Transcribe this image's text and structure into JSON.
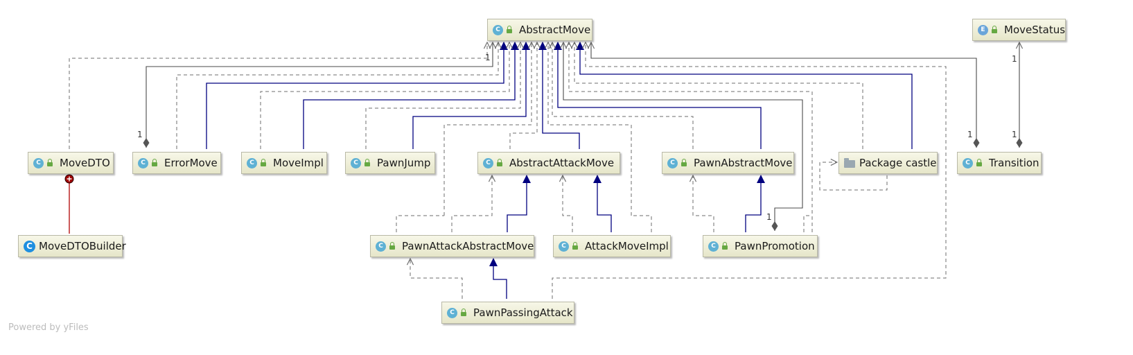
{
  "nodes": {
    "abstract_move": {
      "label": "AbstractMove",
      "badge": "C"
    },
    "move_status": {
      "label": "MoveStatus",
      "badge": "E"
    },
    "move_dto": {
      "label": "MoveDTO",
      "badge": "C"
    },
    "error_move": {
      "label": "ErrorMove",
      "badge": "C"
    },
    "move_impl": {
      "label": "MoveImpl",
      "badge": "C"
    },
    "pawn_jump": {
      "label": "PawnJump",
      "badge": "C"
    },
    "abstract_attack_move": {
      "label": "AbstractAttackMove",
      "badge": "C"
    },
    "pawn_abstract_move": {
      "label": "PawnAbstractMove",
      "badge": "C"
    },
    "package_castle": {
      "label": "Package castle"
    },
    "transition": {
      "label": "Transition",
      "badge": "C"
    },
    "move_dto_builder": {
      "label": "MoveDTOBuilder",
      "badge": "C"
    },
    "pawn_attack_abstract_move": {
      "label": "PawnAttackAbstractMove",
      "badge": "C"
    },
    "attack_move_impl": {
      "label": "AttackMoveImpl",
      "badge": "C"
    },
    "pawn_promotion": {
      "label": "PawnPromotion",
      "badge": "C"
    },
    "pawn_passing_attack": {
      "label": "PawnPassingAttack",
      "badge": "C"
    }
  },
  "multiplicities": {
    "error_move_start": "1",
    "error_move_end": "1",
    "pawn_promotion_end": "1",
    "transition_start": "1",
    "transition_status_end": "1",
    "transition_status_start": "1"
  },
  "footer": "Powered by yFiles",
  "colors": {
    "inheritance": "#00007f",
    "dependency": "#6e6e6e",
    "association": "#4a4a4a",
    "inner_class": "#b00000",
    "node_fill": "#eeeed6",
    "node_border": "#b9b9a6"
  }
}
